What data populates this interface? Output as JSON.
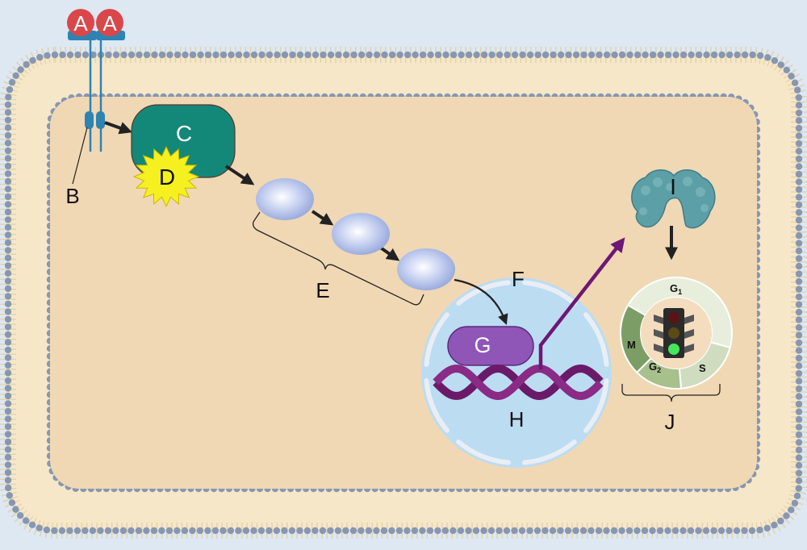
{
  "labels": {
    "ligand_left": "A",
    "ligand_right": "A",
    "receptor": "B",
    "kinase": "C",
    "activator": "D",
    "cascade": "E",
    "nucleus": "F",
    "transcription_factor": "G",
    "dna": "H",
    "protein": "I",
    "cell_cycle": "J"
  },
  "cell_cycle_phases": {
    "g1_main": "G",
    "g1_sub": "1",
    "s": "S",
    "g2_main": "G",
    "g2_sub": "2",
    "m": "M"
  },
  "colors": {
    "background": "#dde8f2",
    "cytoplasm": "#f0d8b4",
    "membrane_bead": "#8797b1",
    "kinase": "#138878",
    "activator": "#f6f020",
    "cascade_node": "#aebde8",
    "nucleus": "#bcdcf2",
    "transcription_factor": "#8f55b7",
    "dna": "#6a1a68",
    "arrow_purple": "#6c1874",
    "protein": "#5c9fa6",
    "ligand": "#d9474b",
    "receptor": "#2e83b3"
  },
  "icons": [
    "traffic-light-icon",
    "arrow-icon",
    "bracket-icon",
    "dna-helix-icon"
  ]
}
